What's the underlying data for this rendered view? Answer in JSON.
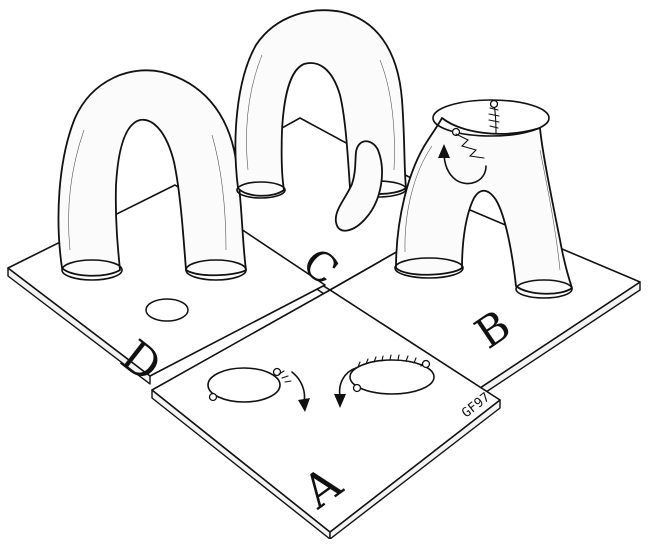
{
  "figure": {
    "panels": [
      {
        "id": "A",
        "label": "A"
      },
      {
        "id": "B",
        "label": "B"
      },
      {
        "id": "C",
        "label": "C"
      },
      {
        "id": "D",
        "label": "D"
      }
    ],
    "signature": "GF97"
  }
}
